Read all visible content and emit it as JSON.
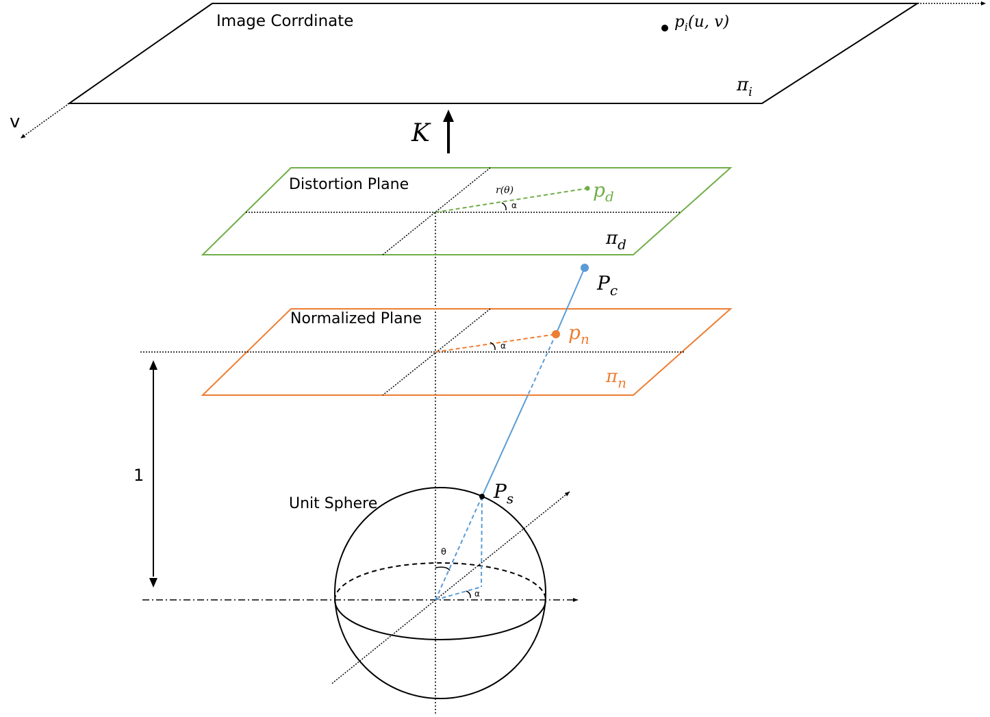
{
  "image_plane": {
    "label": "Image Corrdinate",
    "point_main": "p",
    "point_sub": "i",
    "point_coords": "(u, v)",
    "plane_main": "π",
    "plane_sub": "i",
    "v_axis_label": "v"
  },
  "projection": {
    "label": "K"
  },
  "distortion_plane": {
    "label": "Distortion Plane",
    "radius_label": "r(θ)",
    "angle_label": "α",
    "point_main": "p",
    "point_sub": "d",
    "plane_main": "π",
    "plane_sub": "d"
  },
  "camera_point": {
    "main": "P",
    "sub": "c"
  },
  "normalized_plane": {
    "label": "Normalized Plane",
    "angle_label": "α",
    "point_main": "p",
    "point_sub": "n",
    "plane_main": "π",
    "plane_sub": "n"
  },
  "distance": {
    "label": "1"
  },
  "unit_sphere": {
    "label": "Unit Sphere",
    "theta_label": "θ",
    "alpha_label": "α",
    "point_main": "P",
    "point_sub": "s"
  },
  "colors": {
    "black": "#000000",
    "green": "#70ad47",
    "orange": "#ed7d31",
    "blue": "#5b9bd5"
  }
}
